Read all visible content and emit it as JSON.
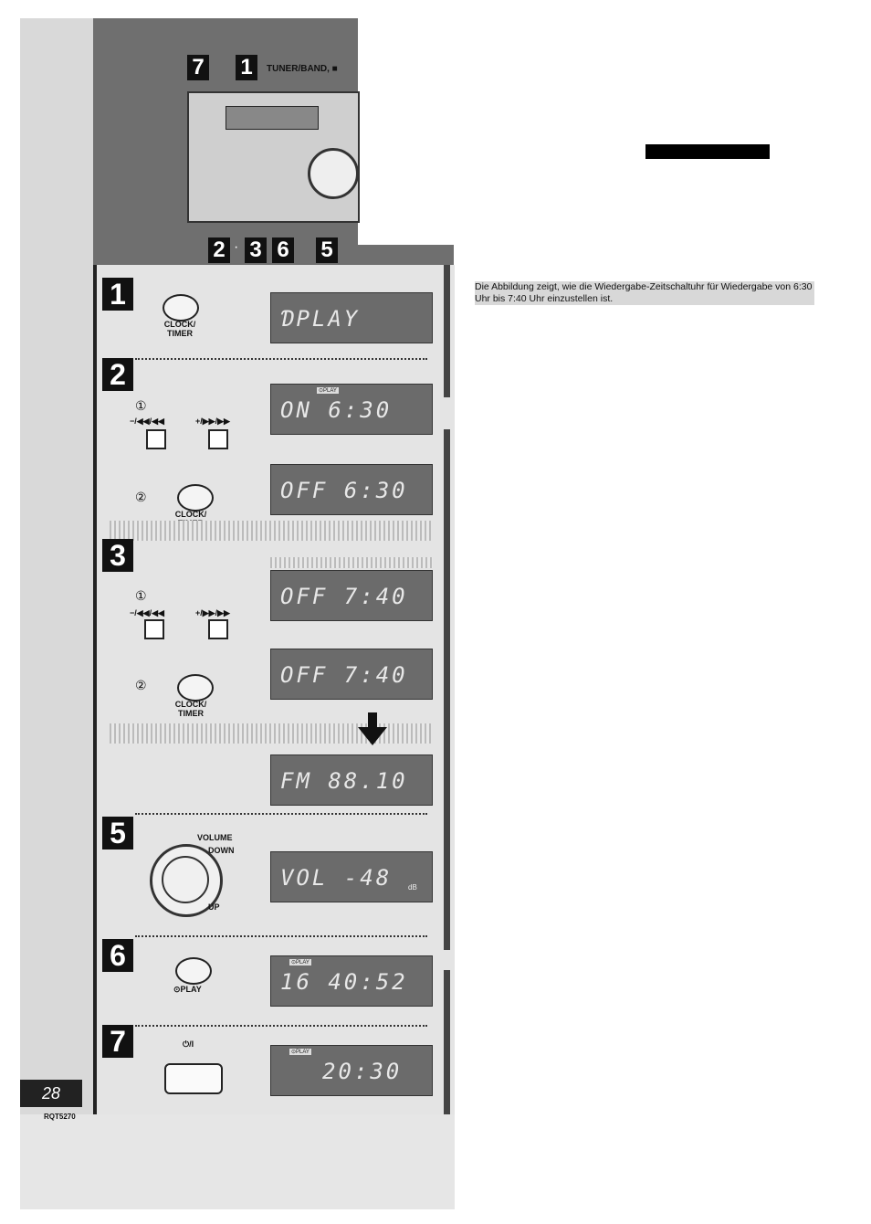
{
  "header": {
    "badge_top_left": "7",
    "badge_top_right": "1",
    "tuner_label": "TUNER/BAND, ■",
    "bottom_badges": [
      "2",
      "3",
      "6",
      "5"
    ],
    "bottom_dot": "·"
  },
  "caption": "Die Abbildung zeigt, wie die Wiedergabe-Zeitschaltuhr für Wiedergabe von 6:30 Uhr bis 7:40 Uhr einzustellen ist.",
  "steps": {
    "s1": {
      "num": "1",
      "button": "CLOCK/\nTIMER",
      "lcd": "ƊPLAY"
    },
    "s2": {
      "num": "2",
      "sub1": "①",
      "sub2": "②",
      "minus_label": "−/◀◀/◀◀",
      "plus_label": "+/▶▶/▶▶",
      "button": "CLOCK/\nTIMER",
      "lcd1": "ON  6:30",
      "lcd2": "OFF 6:30",
      "ind_play": "⊙PLAY"
    },
    "s3": {
      "num": "3",
      "sub1": "①",
      "sub2": "②",
      "minus_label": "−/◀◀/◀◀",
      "plus_label": "+/▶▶/▶▶",
      "button": "CLOCK/\nTIMER",
      "lcd1": "OFF 7:40",
      "lcd2": "OFF  7:40"
    },
    "s4": {
      "lcd": "FM  88.10"
    },
    "s5": {
      "num": "5",
      "volume": "VOLUME",
      "down": "DOWN",
      "up": "UP",
      "lcd": "VOL  -48",
      "lcd_unit": "dB"
    },
    "s6": {
      "num": "6",
      "button": "⊙PLAY",
      "lcd": "16  40:52",
      "ind_play": "⊙PLAY"
    },
    "s7": {
      "num": "7",
      "power": "⏻/I",
      "lcd": "20:30",
      "ind_play": "⊙PLAY"
    }
  },
  "footer": {
    "page_number": "28",
    "code": "RQT5270"
  }
}
